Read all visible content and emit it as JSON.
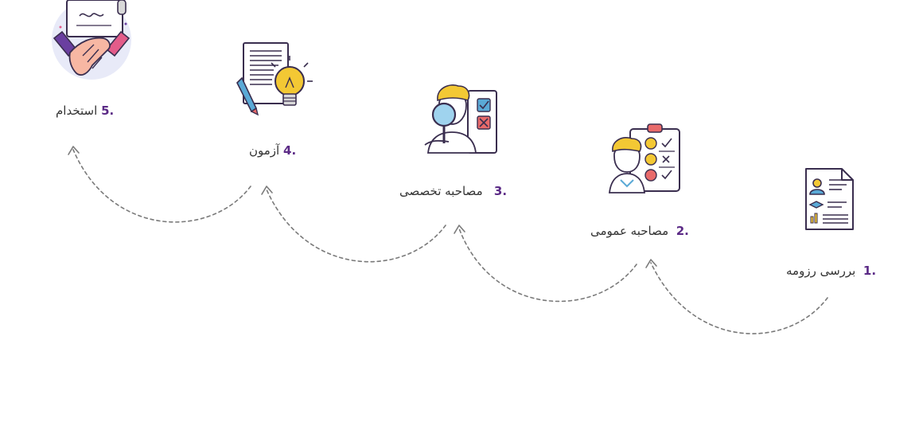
{
  "colors": {
    "number": "#5b2a86",
    "label": "#333333",
    "connector": "#6f6f6f",
    "icon_stroke": "#3a2e4f",
    "accent_purple": "#6a3fa0",
    "accent_yellow": "#f3c834",
    "accent_blue": "#5aa9d6",
    "accent_pink": "#e35c8a",
    "accent_red": "#e86a6a"
  },
  "steps": [
    {
      "number": "1",
      "label": "بررسی رزومه",
      "icon": "resume-icon"
    },
    {
      "number": "2",
      "label": "مصاحبه عمومی",
      "icon": "clipboard-survey-icon"
    },
    {
      "number": "3",
      "label": "مصاحبه تخصصی",
      "icon": "magnifier-review-icon"
    },
    {
      "number": "4",
      "label": "آزمون",
      "icon": "test-idea-icon"
    },
    {
      "number": "5",
      "label": "استخدام",
      "icon": "handshake-contract-icon"
    }
  ]
}
